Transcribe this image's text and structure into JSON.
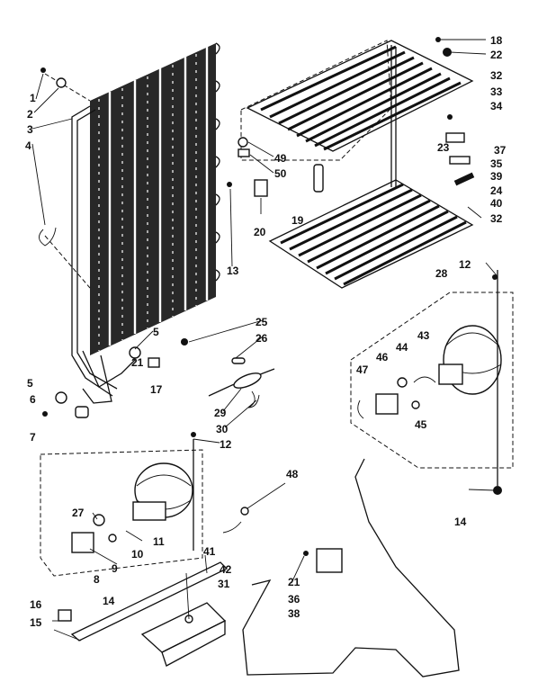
{
  "callouts": [
    {
      "id": "c1",
      "label": "1"
    },
    {
      "id": "c2",
      "label": "2"
    },
    {
      "id": "c3",
      "label": "3"
    },
    {
      "id": "c4",
      "label": "4"
    },
    {
      "id": "c13",
      "label": "13"
    },
    {
      "id": "c5a",
      "label": "5"
    },
    {
      "id": "c21a",
      "label": "21"
    },
    {
      "id": "c17",
      "label": "17"
    },
    {
      "id": "c25",
      "label": "25"
    },
    {
      "id": "c26",
      "label": "26"
    },
    {
      "id": "c29",
      "label": "29"
    },
    {
      "id": "c30",
      "label": "30"
    },
    {
      "id": "c5b",
      "label": "5"
    },
    {
      "id": "c6",
      "label": "6"
    },
    {
      "id": "c7",
      "label": "7"
    },
    {
      "id": "c12a",
      "label": "12"
    },
    {
      "id": "c49",
      "label": "49"
    },
    {
      "id": "c50",
      "label": "50"
    },
    {
      "id": "c19",
      "label": "19"
    },
    {
      "id": "c20",
      "label": "20"
    },
    {
      "id": "c18",
      "label": "18"
    },
    {
      "id": "c22",
      "label": "22"
    },
    {
      "id": "c32a",
      "label": "32"
    },
    {
      "id": "c33",
      "label": "33"
    },
    {
      "id": "c34",
      "label": "34"
    },
    {
      "id": "c23",
      "label": "23"
    },
    {
      "id": "c37",
      "label": "37"
    },
    {
      "id": "c35",
      "label": "35"
    },
    {
      "id": "c39",
      "label": "39"
    },
    {
      "id": "c24",
      "label": "24"
    },
    {
      "id": "c40",
      "label": "40"
    },
    {
      "id": "c32b",
      "label": "32"
    },
    {
      "id": "c12b",
      "label": "12"
    },
    {
      "id": "c28",
      "label": "28"
    },
    {
      "id": "c43",
      "label": "43"
    },
    {
      "id": "c44",
      "label": "44"
    },
    {
      "id": "c46",
      "label": "46"
    },
    {
      "id": "c47",
      "label": "47"
    },
    {
      "id": "c45",
      "label": "45"
    },
    {
      "id": "c14a",
      "label": "14"
    },
    {
      "id": "c48",
      "label": "48"
    },
    {
      "id": "c27",
      "label": "27"
    },
    {
      "id": "c11",
      "label": "11"
    },
    {
      "id": "c10",
      "label": "10"
    },
    {
      "id": "c9",
      "label": "9"
    },
    {
      "id": "c8",
      "label": "8"
    },
    {
      "id": "c14b",
      "label": "14"
    },
    {
      "id": "c41",
      "label": "41"
    },
    {
      "id": "c42",
      "label": "42"
    },
    {
      "id": "c31",
      "label": "31"
    },
    {
      "id": "c16",
      "label": "16"
    },
    {
      "id": "c15",
      "label": "15"
    },
    {
      "id": "c21b",
      "label": "21"
    },
    {
      "id": "c36",
      "label": "36"
    },
    {
      "id": "c38",
      "label": "38"
    }
  ]
}
